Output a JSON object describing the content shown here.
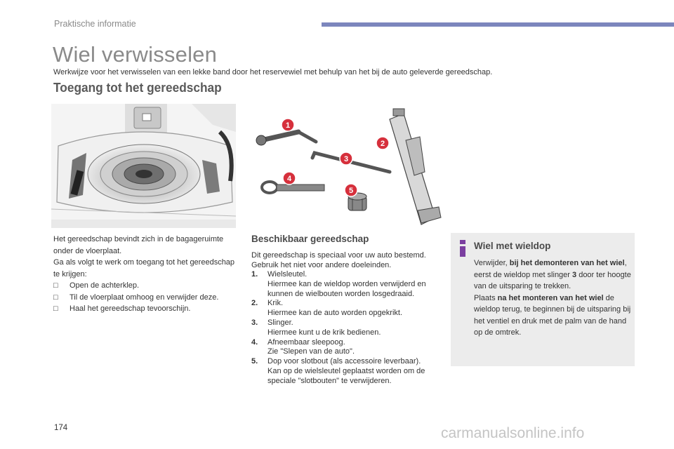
{
  "header": {
    "section": "Praktische informatie",
    "bar_color": "#7c86bd"
  },
  "title": "Wiel verwisselen",
  "subtitle": "Werkwijze voor het verwisselen van een lekke band door het reservewiel met behulp van het bij de auto geleverde gereedschap.",
  "section_heading": "Toegang tot het gereedschap",
  "tool_callouts": [
    "1",
    "2",
    "3",
    "4",
    "5"
  ],
  "callout_color": "#d6303c",
  "access": {
    "intro": "Het gereedschap bevindt zich in de bagageruimte onder de vloerplaat.",
    "lead": "Ga als volgt te werk om toegang tot het gereedschap te krijgen:",
    "steps": [
      "Open de achterklep.",
      "Til de vloerplaat omhoog en verwijder deze.",
      "Haal het gereedschap tevoorschijn."
    ]
  },
  "available_tools": {
    "heading": "Beschikbaar gereedschap",
    "intro": "Dit gereedschap is speciaal voor uw auto bestemd. Gebruik het niet voor andere doeleinden.",
    "items": [
      {
        "num": "1.",
        "name": "Wielsleutel.",
        "desc": "Hiermee kan de wieldop worden verwijderd en kunnen de wielbouten worden losgedraaid."
      },
      {
        "num": "2.",
        "name": "Krik.",
        "desc": "Hiermee kan de auto worden opgekrikt."
      },
      {
        "num": "3.",
        "name": "Slinger.",
        "desc": "Hiermee kunt u de krik bedienen."
      },
      {
        "num": "4.",
        "name": "Afneembaar sleepoog.",
        "desc": "Zie \"Slepen van de auto\"."
      },
      {
        "num": "5.",
        "name": "Dop voor slotbout (als accessoire leverbaar).",
        "desc": "Kan op de wielsleutel geplaatst worden om de speciale \"slotbouten\" te verwijderen."
      }
    ]
  },
  "hubcap": {
    "heading": "Wiel met wieldop",
    "t1": "Verwijder, ",
    "b1": "bij het demonteren van het wiel",
    "t2": ", eerst de wieldop met slinger ",
    "b2": "3",
    "t3": " door ter hoogte van de uitsparing te trekken.",
    "t4": "Plaats ",
    "b3": "na het monteren van het wiel",
    "t5": " de wieldop terug, te beginnen bij de uitsparing bij het ventiel en druk met de palm van de hand op de omtrek.",
    "icon_color": "#7b3fa0"
  },
  "page_number": "174",
  "watermark": "carmanualsonline.info"
}
